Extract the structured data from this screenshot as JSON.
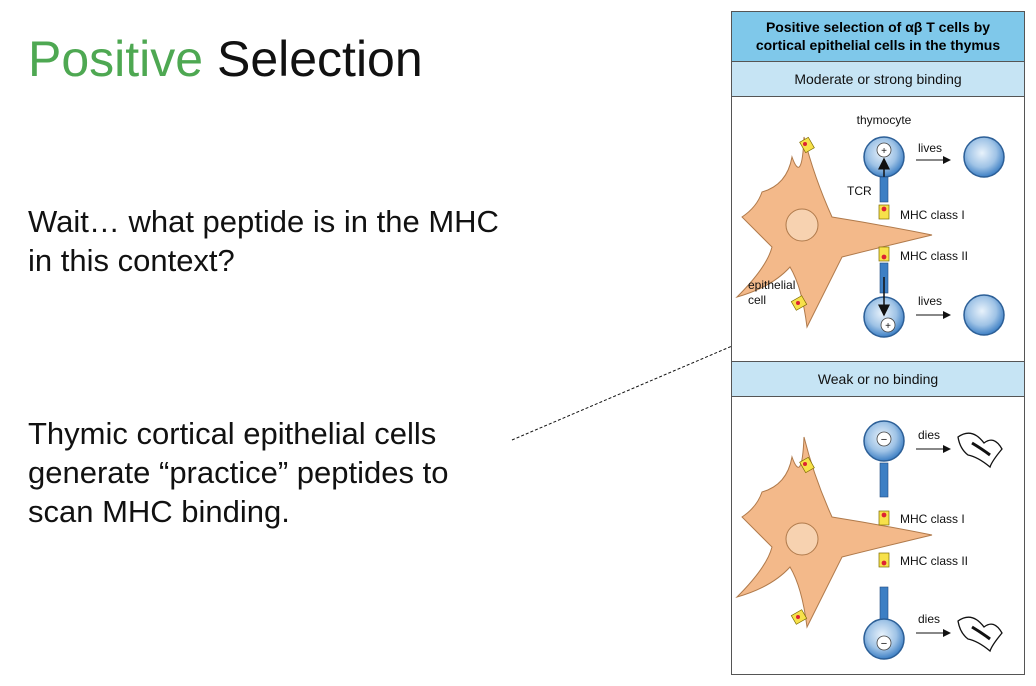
{
  "slide": {
    "title_accent": "Positive",
    "title_rest": "Selection",
    "question": "Wait… what peptide is in the MHC in this context?",
    "answer": "Thymic cortical epithelial cells generate “practice” peptides to scan MHC binding."
  },
  "figure": {
    "title_line1": "Positive selection of αβ T cells by",
    "title_line2": "cortical epithelial cells in the thymus",
    "panel_top": {
      "heading": "Moderate or strong binding",
      "thymocyte": "thymocyte",
      "tcr": "TCR",
      "mhc1": "MHC class I",
      "mhc2": "MHC class II",
      "epithelial_line1": "epithelial",
      "epithelial_line2": "cell",
      "outcome_1": "lives",
      "outcome_2": "lives",
      "sign": "+"
    },
    "panel_bottom": {
      "heading": "Weak or no binding",
      "mhc1": "MHC class I",
      "mhc2": "MHC class II",
      "outcome_1": "dies",
      "outcome_2": "dies",
      "sign": "−"
    }
  },
  "colors": {
    "accent": "#4ea852",
    "header_blue": "#7fc8ea",
    "band_blue": "#c6e4f4",
    "epithelial": "#f3b98a",
    "cell_blue": "#3d7fc4",
    "mhc_yellow": "#f7e14a"
  }
}
